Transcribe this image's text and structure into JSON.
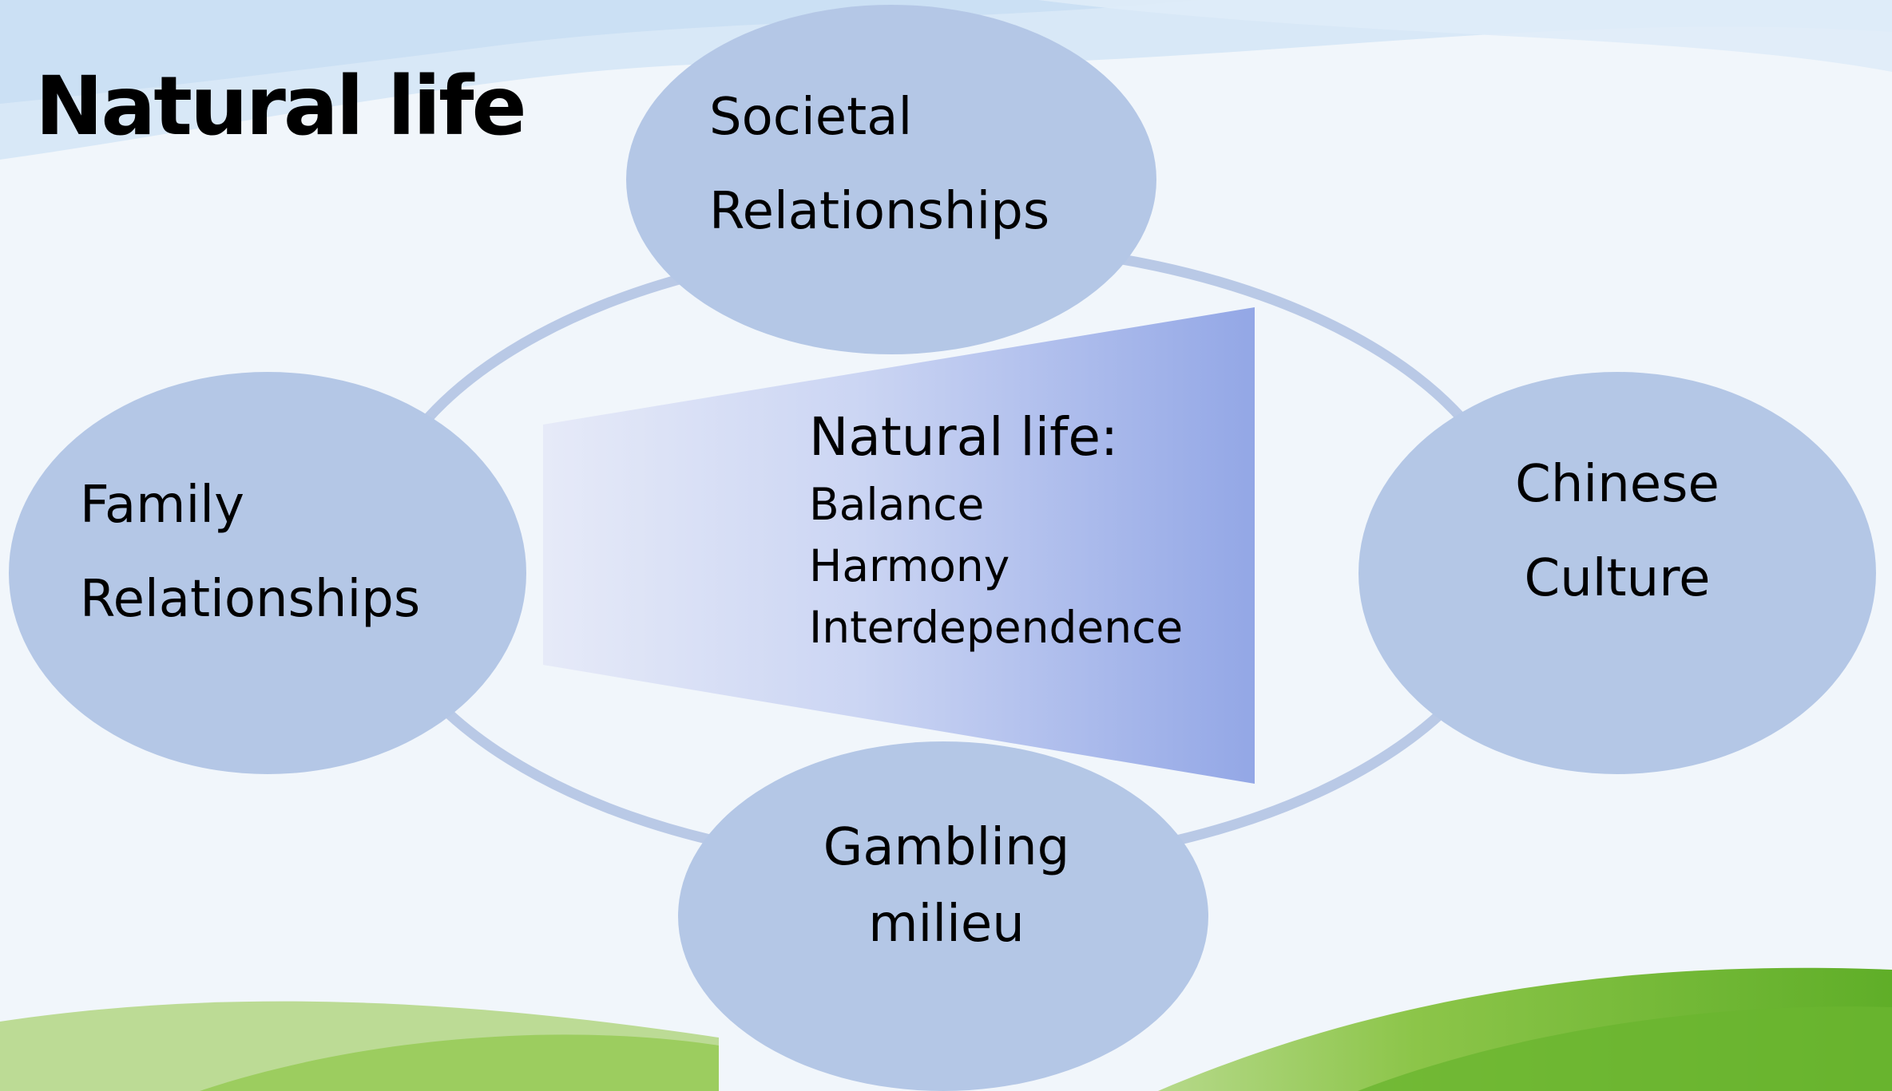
{
  "slide": {
    "title": "Natural life"
  },
  "nodes": {
    "top": {
      "lines": [
        "Societal",
        "Relationships"
      ]
    },
    "left": {
      "lines": [
        "Family",
        "Relationships"
      ]
    },
    "right": {
      "lines": [
        "Chinese",
        "Culture"
      ]
    },
    "bottom": {
      "lines": [
        "Gambling",
        "milieu"
      ]
    }
  },
  "center": {
    "heading": "Natural life:",
    "items": [
      "Balance",
      "Harmony",
      "Interdependence"
    ]
  },
  "colors": {
    "node_fill": "#b4c7e6",
    "ring": "#b9c9e6",
    "trapezoid_light": "#e6eaf8",
    "trapezoid_dark": "#93a7e6",
    "background": "#f1f6fb",
    "grass": "#7fc23c"
  }
}
